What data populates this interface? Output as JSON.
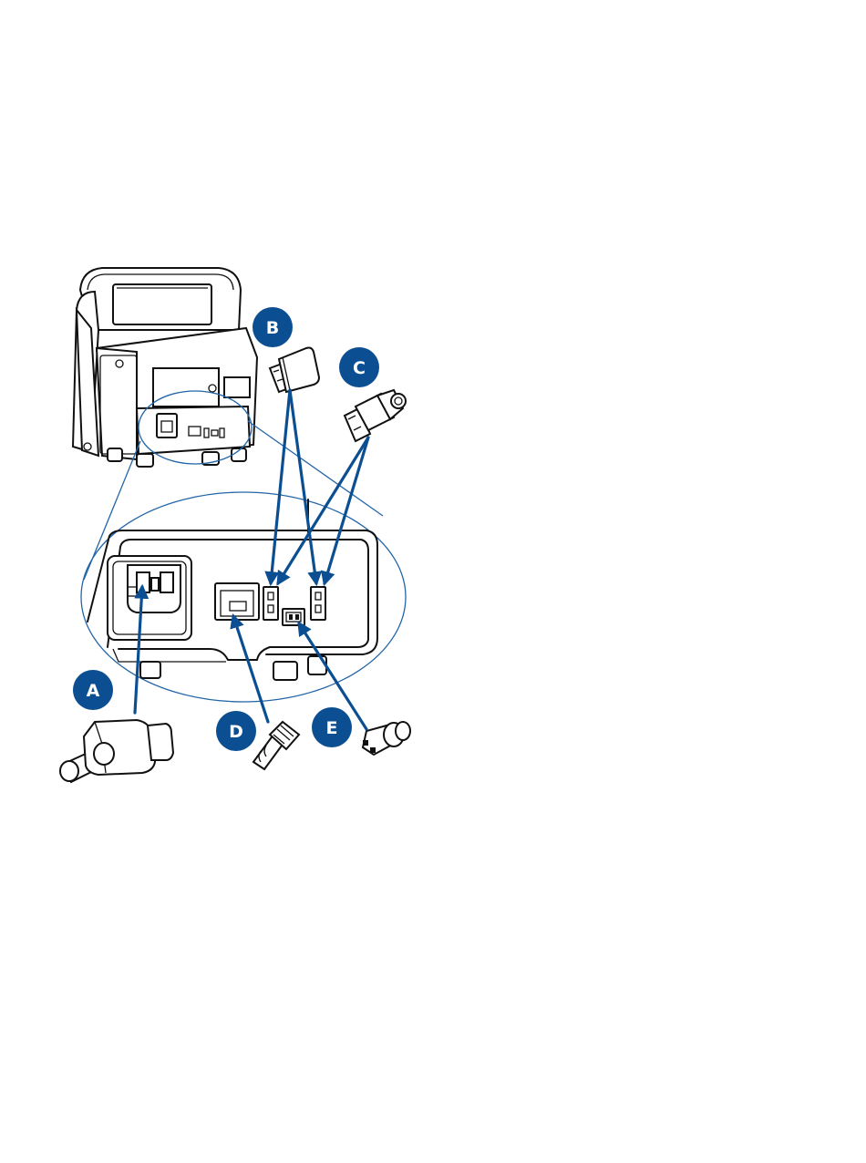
{
  "colors": {
    "callout": "#0b4f92",
    "zoom_outline": "#2366a8",
    "line_art": "#111111"
  },
  "callouts": [
    {
      "id": "A",
      "label": "A"
    },
    {
      "id": "B",
      "label": "B"
    },
    {
      "id": "C",
      "label": "C"
    },
    {
      "id": "D",
      "label": "D"
    },
    {
      "id": "E",
      "label": "E"
    }
  ]
}
